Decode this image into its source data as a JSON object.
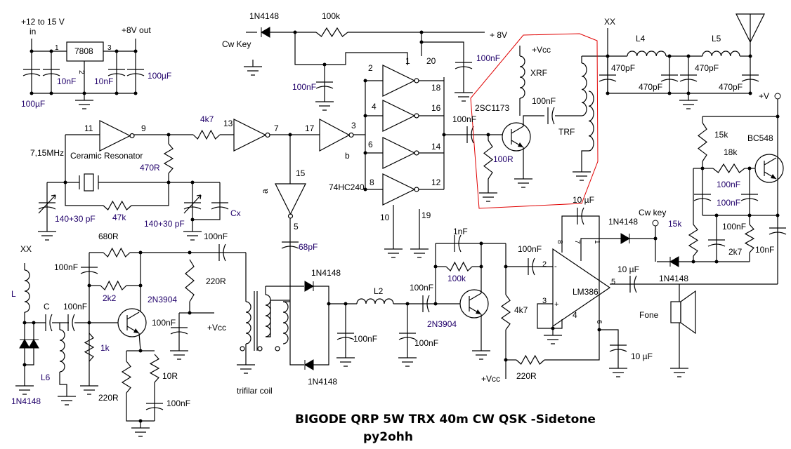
{
  "title": "BIGODE QRP 5W TRX 40m CW QSK -Sidetone",
  "author": "py2ohh",
  "colors": {
    "wire": "#000000",
    "label": "#20006a",
    "highlight_box": "#e00000",
    "background": "#ffffff"
  },
  "power": [
    "+12 to 15 V",
    "in",
    "+8V out",
    "7808",
    "1",
    "3",
    "2",
    "10nF",
    "10nF",
    "100µF",
    "100µF"
  ],
  "oscillator": [
    "11",
    "9",
    "7,15MHz",
    "Ceramic Resonator",
    "470R",
    "4k7",
    "13",
    "140+30 pF",
    "47k",
    "140+30 pF",
    "Cx"
  ],
  "buffer": [
    "7",
    "17",
    "3",
    "b",
    "15",
    "a",
    "5",
    "68pF"
  ],
  "driver": [
    "1N4148",
    "100k",
    "+ 8V",
    "Cw Key",
    "20",
    "100nF",
    "100nF",
    "2",
    "1",
    "18",
    "4",
    "16",
    "6",
    "14",
    "8",
    "12",
    "74HC240",
    "10",
    "19"
  ],
  "pa": [
    "+Vcc",
    "XRF",
    "100nF",
    "2SC1173",
    "TRF",
    "100nF",
    "100R"
  ],
  "filter": [
    "XX",
    "L4",
    "L5",
    "470pF",
    "470pF",
    "470pF",
    "470pF"
  ],
  "sidetone": [
    "+V",
    "15k",
    "BC548",
    "18k",
    "100nF",
    "100nF",
    "Cw key",
    "1N4148",
    "15k",
    "100nF",
    "2k7",
    "10nF",
    "10 µF",
    "1N4148",
    "Fone"
  ],
  "audio": [
    "10 µF",
    "8",
    "7",
    "1",
    "100nF",
    "2",
    "LM386",
    "5",
    "3",
    "4",
    "6",
    "10 µF",
    "220R",
    "+Vcc",
    "4k7",
    "1nF",
    "100k",
    "100nF",
    "2N3904",
    "L2",
    "100nF",
    "100nF",
    "1N4148",
    "1N4148",
    "-",
    "+"
  ],
  "receiver": [
    "XX",
    "680R",
    "100nF",
    "100nF",
    "L",
    "2k2",
    "2N3904",
    "220R",
    "C",
    "100nF",
    "100nF",
    "+Vcc",
    "1k",
    "L6",
    "10R",
    "220R",
    "100nF",
    "1N4148",
    "trifilar coil"
  ]
}
